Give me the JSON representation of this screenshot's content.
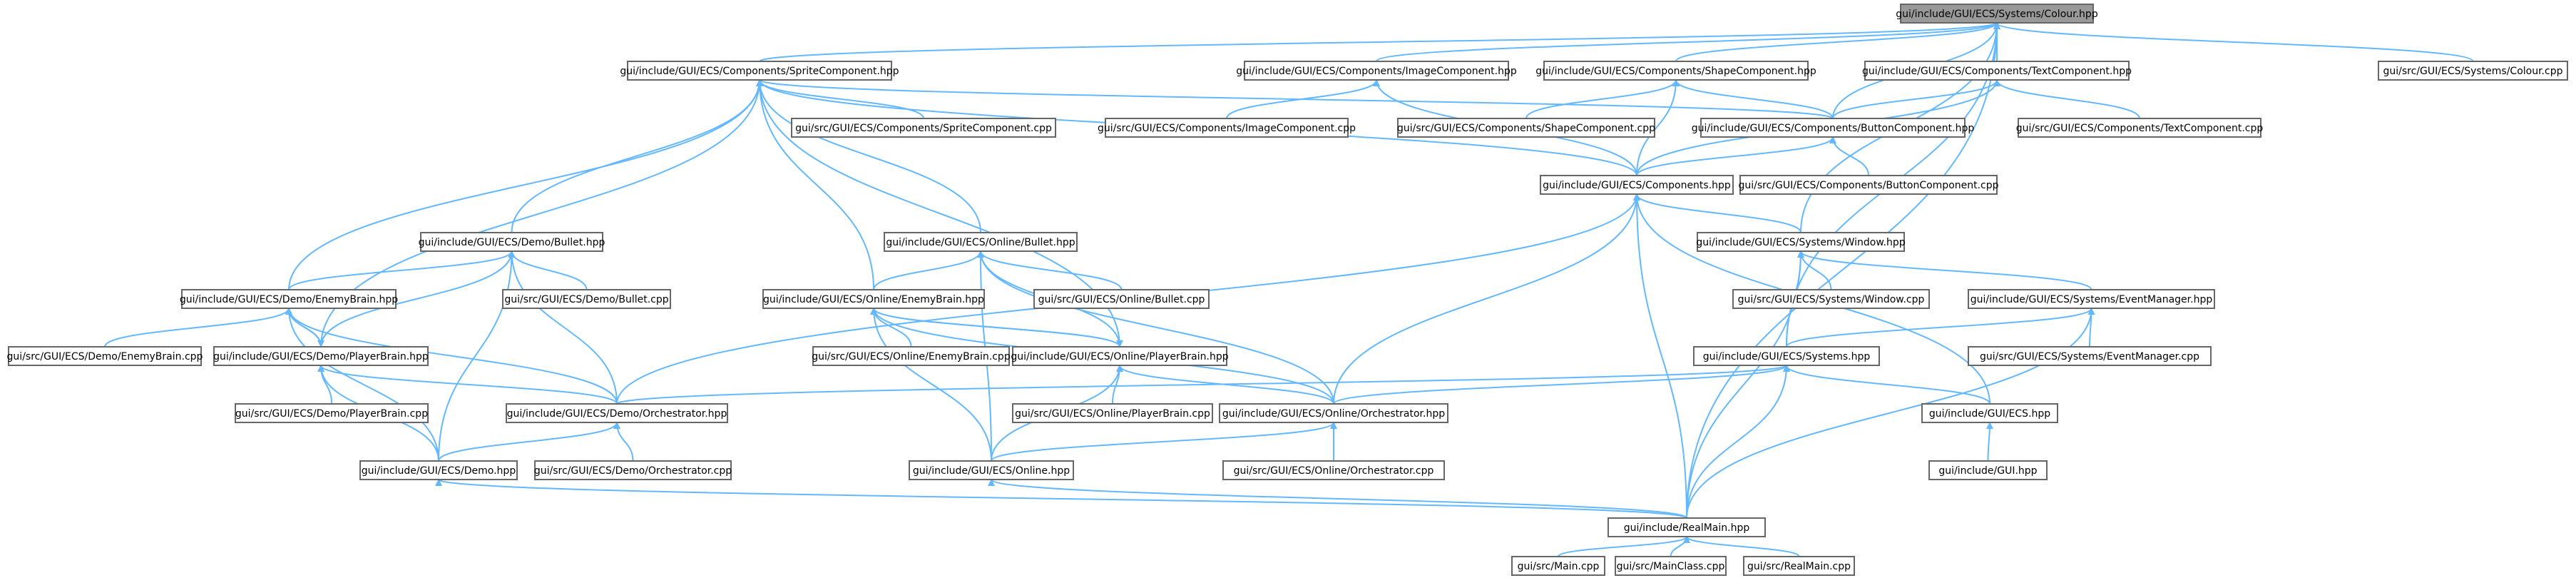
{
  "graph": {
    "root": "colour_hpp",
    "nodes": [
      {
        "id": "colour_hpp",
        "label": "gui/include/GUI/ECS/Systems/Colour.hpp"
      },
      {
        "id": "sprite_hpp",
        "label": "gui/include/GUI/ECS/Components/SpriteComponent.hpp"
      },
      {
        "id": "image_hpp",
        "label": "gui/include/GUI/ECS/Components/ImageComponent.hpp"
      },
      {
        "id": "shape_hpp",
        "label": "gui/include/GUI/ECS/Components/ShapeComponent.hpp"
      },
      {
        "id": "text_hpp",
        "label": "gui/include/GUI/ECS/Components/TextComponent.hpp"
      },
      {
        "id": "colour_cpp",
        "label": "gui/src/GUI/ECS/Systems/Colour.cpp"
      },
      {
        "id": "sprite_cpp",
        "label": "gui/src/GUI/ECS/Components/SpriteComponent.cpp"
      },
      {
        "id": "image_cpp",
        "label": "gui/src/GUI/ECS/Components/ImageComponent.cpp"
      },
      {
        "id": "shape_cpp",
        "label": "gui/src/GUI/ECS/Components/ShapeComponent.cpp"
      },
      {
        "id": "button_hpp",
        "label": "gui/include/GUI/ECS/Components/ButtonComponent.hpp"
      },
      {
        "id": "text_cpp",
        "label": "gui/src/GUI/ECS/Components/TextComponent.cpp"
      },
      {
        "id": "components_hpp",
        "label": "gui/include/GUI/ECS/Components.hpp"
      },
      {
        "id": "button_cpp",
        "label": "gui/src/GUI/ECS/Components/ButtonComponent.cpp"
      },
      {
        "id": "demo_bullet_hpp",
        "label": "gui/include/GUI/ECS/Demo/Bullet.hpp"
      },
      {
        "id": "online_bullet_hpp",
        "label": "gui/include/GUI/ECS/Online/Bullet.hpp"
      },
      {
        "id": "window_hpp",
        "label": "gui/include/GUI/ECS/Systems/Window.hpp"
      },
      {
        "id": "demo_enemy_hpp",
        "label": "gui/include/GUI/ECS/Demo/EnemyBrain.hpp"
      },
      {
        "id": "demo_bullet_cpp",
        "label": "gui/src/GUI/ECS/Demo/Bullet.cpp"
      },
      {
        "id": "online_enemy_hpp",
        "label": "gui/include/GUI/ECS/Online/EnemyBrain.hpp"
      },
      {
        "id": "online_bullet_cpp",
        "label": "gui/src/GUI/ECS/Online/Bullet.cpp"
      },
      {
        "id": "window_cpp",
        "label": "gui/src/GUI/ECS/Systems/Window.cpp"
      },
      {
        "id": "eventmgr_hpp",
        "label": "gui/include/GUI/ECS/Systems/EventManager.hpp"
      },
      {
        "id": "demo_enemy_cpp",
        "label": "gui/src/GUI/ECS/Demo/EnemyBrain.cpp"
      },
      {
        "id": "demo_player_hpp",
        "label": "gui/include/GUI/ECS/Demo/PlayerBrain.hpp"
      },
      {
        "id": "online_enemy_cpp",
        "label": "gui/src/GUI/ECS/Online/EnemyBrain.cpp"
      },
      {
        "id": "online_player_hpp",
        "label": "gui/include/GUI/ECS/Online/PlayerBrain.hpp"
      },
      {
        "id": "systems_hpp",
        "label": "gui/include/GUI/ECS/Systems.hpp"
      },
      {
        "id": "eventmgr_cpp",
        "label": "gui/src/GUI/ECS/Systems/EventManager.cpp"
      },
      {
        "id": "demo_player_cpp",
        "label": "gui/src/GUI/ECS/Demo/PlayerBrain.cpp"
      },
      {
        "id": "demo_orch_hpp",
        "label": "gui/include/GUI/ECS/Demo/Orchestrator.hpp"
      },
      {
        "id": "online_player_cpp",
        "label": "gui/src/GUI/ECS/Online/PlayerBrain.cpp"
      },
      {
        "id": "online_orch_hpp",
        "label": "gui/include/GUI/ECS/Online/Orchestrator.hpp"
      },
      {
        "id": "ecs_hpp",
        "label": "gui/include/GUI/ECS.hpp"
      },
      {
        "id": "demo_hpp",
        "label": "gui/include/GUI/ECS/Demo.hpp"
      },
      {
        "id": "demo_orch_cpp",
        "label": "gui/src/GUI/ECS/Demo/Orchestrator.cpp"
      },
      {
        "id": "online_hpp",
        "label": "gui/include/GUI/ECS/Online.hpp"
      },
      {
        "id": "online_orch_cpp",
        "label": "gui/src/GUI/ECS/Online/Orchestrator.cpp"
      },
      {
        "id": "gui_hpp",
        "label": "gui/include/GUI.hpp"
      },
      {
        "id": "realmain_hpp",
        "label": "gui/include/RealMain.hpp"
      },
      {
        "id": "main_cpp",
        "label": "gui/src/Main.cpp"
      },
      {
        "id": "mainclass_cpp",
        "label": "gui/src/MainClass.cpp"
      },
      {
        "id": "realmain_cpp",
        "label": "gui/src/RealMain.cpp"
      }
    ],
    "edges": [
      [
        "sprite_hpp",
        "colour_hpp"
      ],
      [
        "image_hpp",
        "colour_hpp"
      ],
      [
        "shape_hpp",
        "colour_hpp"
      ],
      [
        "text_hpp",
        "colour_hpp"
      ],
      [
        "colour_cpp",
        "colour_hpp"
      ],
      [
        "button_hpp",
        "colour_hpp"
      ],
      [
        "window_hpp",
        "colour_hpp"
      ],
      [
        "systems_hpp",
        "colour_hpp"
      ],
      [
        "realmain_hpp",
        "colour_hpp"
      ],
      [
        "sprite_cpp",
        "sprite_hpp"
      ],
      [
        "button_hpp",
        "sprite_hpp"
      ],
      [
        "components_hpp",
        "sprite_hpp"
      ],
      [
        "demo_bullet_hpp",
        "sprite_hpp"
      ],
      [
        "online_bullet_hpp",
        "sprite_hpp"
      ],
      [
        "demo_enemy_hpp",
        "sprite_hpp"
      ],
      [
        "online_enemy_hpp",
        "sprite_hpp"
      ],
      [
        "demo_player_hpp",
        "sprite_hpp"
      ],
      [
        "online_player_hpp",
        "sprite_hpp"
      ],
      [
        "image_cpp",
        "image_hpp"
      ],
      [
        "components_hpp",
        "image_hpp"
      ],
      [
        "shape_cpp",
        "shape_hpp"
      ],
      [
        "button_hpp",
        "shape_hpp"
      ],
      [
        "components_hpp",
        "shape_hpp"
      ],
      [
        "text_cpp",
        "text_hpp"
      ],
      [
        "button_hpp",
        "text_hpp"
      ],
      [
        "components_hpp",
        "text_hpp"
      ],
      [
        "button_cpp",
        "button_hpp"
      ],
      [
        "components_hpp",
        "button_hpp"
      ],
      [
        "window_hpp",
        "components_hpp"
      ],
      [
        "realmain_hpp",
        "components_hpp"
      ],
      [
        "demo_orch_hpp",
        "components_hpp"
      ],
      [
        "online_orch_hpp",
        "components_hpp"
      ],
      [
        "ecs_hpp",
        "components_hpp"
      ],
      [
        "demo_enemy_hpp",
        "demo_bullet_hpp"
      ],
      [
        "demo_bullet_cpp",
        "demo_bullet_hpp"
      ],
      [
        "demo_player_hpp",
        "demo_bullet_hpp"
      ],
      [
        "demo_orch_hpp",
        "demo_bullet_hpp"
      ],
      [
        "demo_hpp",
        "demo_bullet_hpp"
      ],
      [
        "online_enemy_hpp",
        "online_bullet_hpp"
      ],
      [
        "online_bullet_cpp",
        "online_bullet_hpp"
      ],
      [
        "online_player_hpp",
        "online_bullet_hpp"
      ],
      [
        "online_orch_hpp",
        "online_bullet_hpp"
      ],
      [
        "online_hpp",
        "online_bullet_hpp"
      ],
      [
        "window_cpp",
        "window_hpp"
      ],
      [
        "eventmgr_hpp",
        "window_hpp"
      ],
      [
        "systems_hpp",
        "window_hpp"
      ],
      [
        "realmain_hpp",
        "window_hpp"
      ],
      [
        "eventmgr_cpp",
        "eventmgr_hpp"
      ],
      [
        "systems_hpp",
        "eventmgr_hpp"
      ],
      [
        "realmain_hpp",
        "eventmgr_hpp"
      ],
      [
        "demo_enemy_cpp",
        "demo_enemy_hpp"
      ],
      [
        "demo_player_hpp",
        "demo_enemy_hpp"
      ],
      [
        "demo_orch_hpp",
        "demo_enemy_hpp"
      ],
      [
        "demo_hpp",
        "demo_enemy_hpp"
      ],
      [
        "demo_enemy_hpp",
        "demo_player_hpp"
      ],
      [
        "demo_player_cpp",
        "demo_player_hpp"
      ],
      [
        "demo_orch_hpp",
        "demo_player_hpp"
      ],
      [
        "demo_hpp",
        "demo_player_hpp"
      ],
      [
        "online_enemy_cpp",
        "online_enemy_hpp"
      ],
      [
        "online_player_hpp",
        "online_enemy_hpp"
      ],
      [
        "online_orch_hpp",
        "online_enemy_hpp"
      ],
      [
        "online_hpp",
        "online_enemy_hpp"
      ],
      [
        "online_enemy_hpp",
        "online_player_hpp"
      ],
      [
        "online_player_cpp",
        "online_player_hpp"
      ],
      [
        "online_orch_hpp",
        "online_player_hpp"
      ],
      [
        "online_hpp",
        "online_player_hpp"
      ],
      [
        "demo_orch_hpp",
        "systems_hpp"
      ],
      [
        "online_orch_hpp",
        "systems_hpp"
      ],
      [
        "ecs_hpp",
        "systems_hpp"
      ],
      [
        "realmain_hpp",
        "systems_hpp"
      ],
      [
        "demo_hpp",
        "demo_orch_hpp"
      ],
      [
        "demo_orch_cpp",
        "demo_orch_hpp"
      ],
      [
        "online_hpp",
        "online_orch_hpp"
      ],
      [
        "online_orch_cpp",
        "online_orch_hpp"
      ],
      [
        "gui_hpp",
        "ecs_hpp"
      ],
      [
        "realmain_hpp",
        "demo_hpp"
      ],
      [
        "realmain_hpp",
        "online_hpp"
      ],
      [
        "main_cpp",
        "realmain_hpp"
      ],
      [
        "mainclass_cpp",
        "realmain_hpp"
      ],
      [
        "realmain_cpp",
        "realmain_hpp"
      ]
    ]
  },
  "colors": {
    "edge": "#63b8ff",
    "node_border": "#666666",
    "root_fill": "#999999",
    "node_fill": "#ffffff"
  }
}
